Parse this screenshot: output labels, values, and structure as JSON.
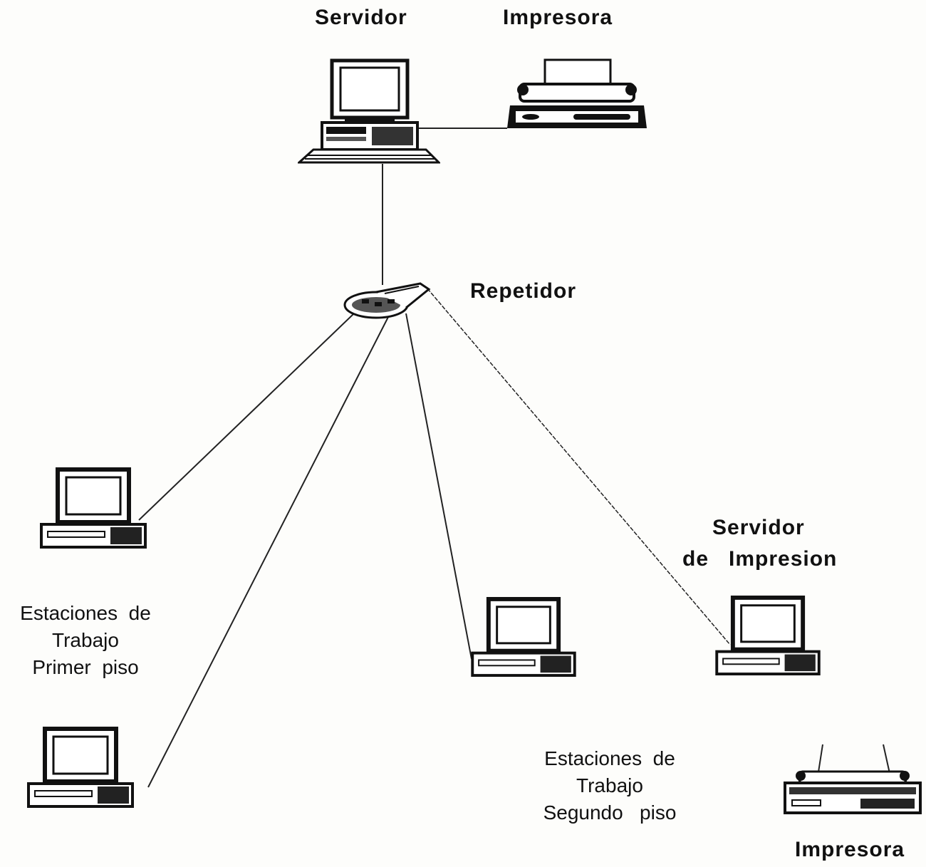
{
  "labels": {
    "server_top": "Servidor",
    "printer_top": "Impresora",
    "repeater": "Repetidor",
    "print_server_line1": "Servidor",
    "print_server_line2": "de   Impresion",
    "floor1_line1": "Estaciones  de",
    "floor1_line2": "Trabajo",
    "floor1_line3": "Primer  piso",
    "floor2_line1": "Estaciones  de",
    "floor2_line2": "Trabajo",
    "floor2_line3": "Segundo   piso",
    "printer_bottom": "Impresora"
  },
  "icons": {
    "server": "desktop-computer-icon",
    "printer": "dot-matrix-printer-icon",
    "repeater": "network-repeater-icon",
    "workstation": "desktop-computer-icon"
  },
  "colors": {
    "ink": "#111111",
    "paper": "#fdfdfb"
  }
}
